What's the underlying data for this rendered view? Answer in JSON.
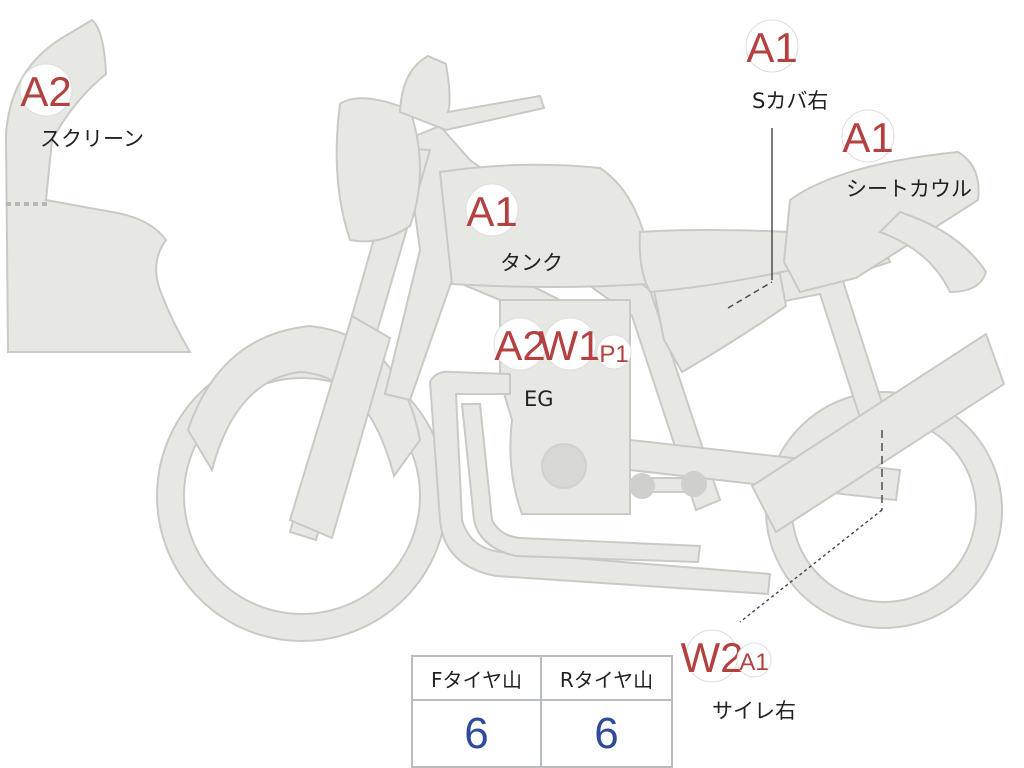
{
  "colors": {
    "part_fill": "#e7e7e4",
    "part_stroke": "#c9c9c6",
    "grade_text": "#b2413f",
    "badge_fill": "#ffffff",
    "badge_stroke": "#dddddd",
    "tread_value": "#2f4a9c"
  },
  "callouts": {
    "screen": {
      "grades": [
        "A2"
      ],
      "label": "スクリーン"
    },
    "side_cover_right": {
      "grades": [
        "A1"
      ],
      "label": "Sカバ右"
    },
    "seat_cowl": {
      "grades": [
        "A1"
      ],
      "label": "シートカウル"
    },
    "tank": {
      "grades": [
        "A1"
      ],
      "label": "タンク"
    },
    "engine": {
      "grades": [
        "A2",
        "W1",
        "P1"
      ],
      "label": "EG"
    },
    "muffler_right": {
      "grades": [
        "W2",
        "A1"
      ],
      "label": "サイレ右"
    }
  },
  "tire_table": {
    "front_header": "Fタイヤ山",
    "rear_header": "Rタイヤ山",
    "front_value": "6",
    "rear_value": "6"
  }
}
